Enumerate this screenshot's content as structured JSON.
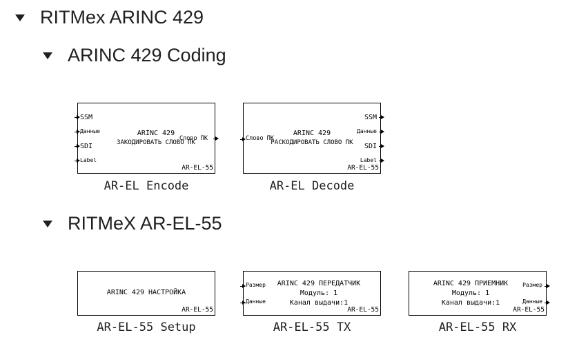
{
  "tree": {
    "root": "RITMex ARINC 429",
    "group1": "ARINC 429 Coding",
    "group2": "RITMeX AR-EL-55"
  },
  "blocks": {
    "encode": {
      "inputs": [
        "SSM",
        "Данные",
        "SDI",
        "Label"
      ],
      "line1": "ARINC 429",
      "line2": "ЗАКОДИРОВАТЬ СЛОВО ПК",
      "output": "Слово ПК",
      "tag": "AR-EL-55",
      "caption": "AR-EL Encode"
    },
    "decode": {
      "input": "Слово ПК",
      "outputs": [
        "SSM",
        "Данные",
        "SDI",
        "Label"
      ],
      "line1": "ARINC 429",
      "line2": "РАСКОДИРОВАТЬ СЛОВО ПК",
      "tag": "AR-EL-55",
      "caption": "AR-EL Decode"
    },
    "setup": {
      "line1": "ARINC 429 НАСТРОЙКА",
      "tag": "AR-EL-55",
      "caption": "AR-EL-55 Setup"
    },
    "tx": {
      "inputs": [
        "Размер",
        "Данные"
      ],
      "line1": "ARINC 429 ПЕРЕДАТЧИК",
      "line2": "Модуль: 1",
      "line3": "Канал выдачи:1",
      "tag": "AR-EL-55",
      "caption": "AR-EL-55 TX"
    },
    "rx": {
      "outputs": [
        "Размер",
        "Данные"
      ],
      "line1": "ARINC 429 ПРИЕМНИК",
      "line2": "Модуль: 1",
      "line3": "Канал выдачи:1",
      "tag": "AR-EL-55",
      "caption": "AR-EL-55 RX"
    }
  }
}
